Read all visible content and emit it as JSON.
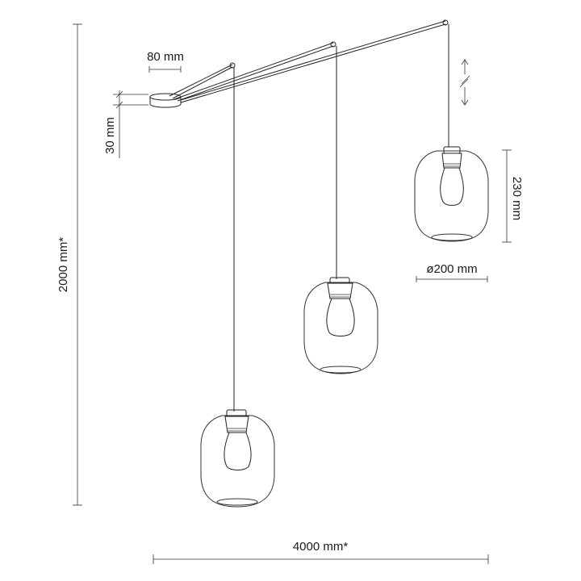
{
  "dimensions": {
    "canopy_diameter": "80 mm",
    "canopy_height": "30 mm",
    "total_height": "2000 mm*",
    "shade_height": "230 mm",
    "shade_diameter": "ø200 mm",
    "total_width": "4000 mm*"
  },
  "colors": {
    "line": "#222222",
    "background": "#ffffff"
  },
  "icons": {
    "adjustable": "double-arrow-break-icon"
  }
}
